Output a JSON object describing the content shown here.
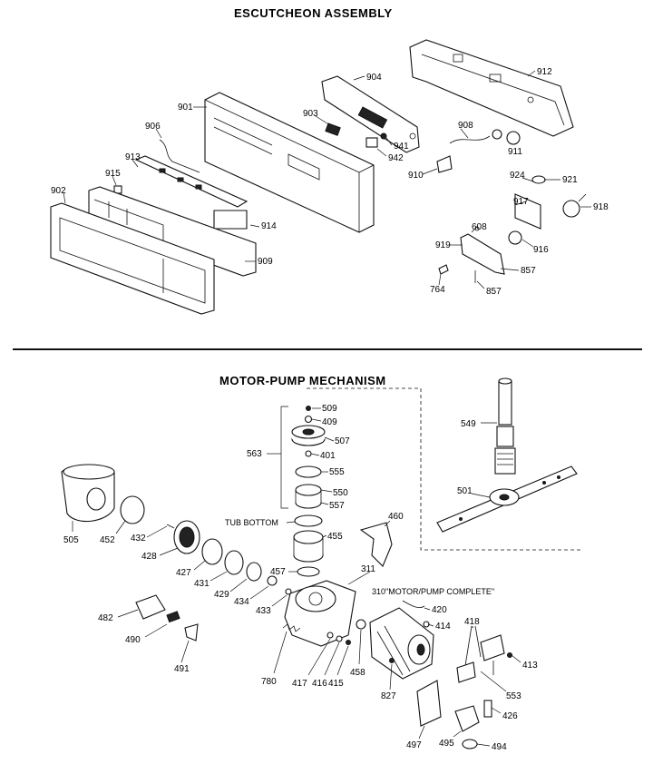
{
  "titles": {
    "escutcheon": "ESCUTCHEON ASSEMBLY",
    "motor_pump": "MOTOR-PUMP MECHANISM"
  },
  "escutcheon_parts": {
    "p901": "901",
    "p902": "902",
    "p903": "903",
    "p904": "904",
    "p906": "906",
    "p908": "908",
    "p909": "909",
    "p910": "910",
    "p911": "911",
    "p912": "912",
    "p913": "913",
    "p914": "914",
    "p915": "915",
    "p916": "916",
    "p917": "917",
    "p918": "918",
    "p919": "919",
    "p921": "921",
    "p924": "924",
    "p941": "941",
    "p942": "942",
    "p608": "608",
    "p857a": "857",
    "p857b": "857",
    "p764": "764"
  },
  "pump_parts": {
    "p509": "509",
    "p409": "409",
    "p507": "507",
    "p563": "563",
    "p401": "401",
    "p555": "555",
    "p550": "550",
    "p557": "557",
    "p549": "549",
    "p501": "501",
    "p505": "505",
    "p452": "452",
    "p432": "432",
    "p428": "428",
    "p427": "427",
    "p431": "431",
    "p429": "429",
    "p434": "434",
    "p433": "433",
    "p457": "457",
    "p455": "455",
    "p460": "460",
    "p311": "311",
    "p420": "420",
    "p414": "414",
    "p418": "418",
    "p413": "413",
    "p553": "553",
    "p426": "426",
    "p494": "494",
    "p495": "495",
    "p497": "497",
    "p827": "827",
    "p458": "458",
    "p415": "415",
    "p416": "416",
    "p417": "417",
    "p780": "780",
    "p482": "482",
    "p490": "490",
    "p491": "491"
  },
  "annotations": {
    "tub_bottom": "TUB BOTTOM",
    "motor_pump_complete": "310\"MOTOR/PUMP COMPLETE\""
  }
}
